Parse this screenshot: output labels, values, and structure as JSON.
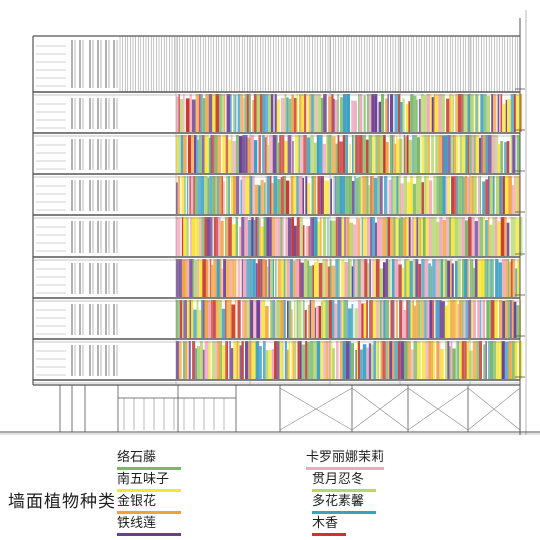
{
  "legend": {
    "title": "墙面植物种类",
    "left_column": [
      {
        "label": "络石藤",
        "color": "#7ab86a"
      },
      {
        "label": "南五味子",
        "color": "#f5e636"
      },
      {
        "label": "金银花",
        "color": "#f2a23c"
      },
      {
        "label": "铁线莲",
        "color": "#6a3d8f"
      }
    ],
    "right_column": [
      {
        "label": "卡罗丽娜茉莉",
        "color": "#f0a9bf"
      },
      {
        "label": "贯月忍冬",
        "color": "#b7d66e"
      },
      {
        "label": "多花素馨",
        "color": "#3c9fc4"
      },
      {
        "label": "木香",
        "color": "#c6362f"
      }
    ]
  },
  "colors": {
    "line": "#555555",
    "fine_line": "#8a8a8a"
  }
}
